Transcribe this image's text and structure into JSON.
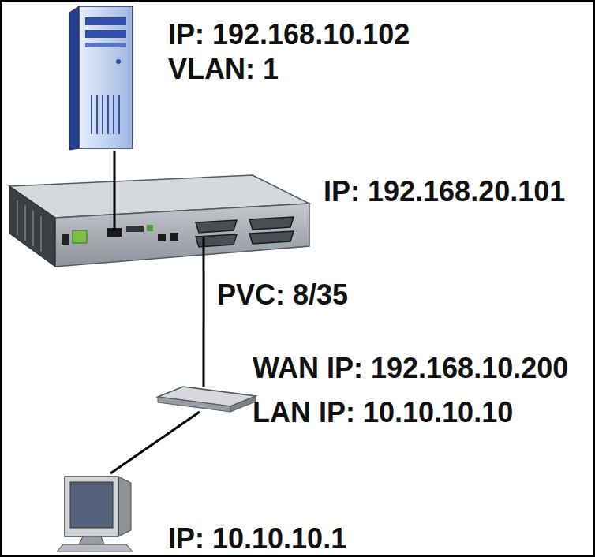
{
  "diagram": {
    "nodes": [
      {
        "text": [
          "IP: 192.168.10.102",
          "VLAN: 1"
        ]
      },
      {
        "text": [
          "IP: 192.168.20.101"
        ]
      },
      {
        "text": [
          "WAN IP: 192.168.10.200",
          "LAN IP: 10.10.10.10"
        ]
      },
      {
        "text": [
          "IP: 10.10.10.1"
        ]
      }
    ],
    "edges": [
      {
        "from": 0,
        "to": 1,
        "arrow": "none"
      },
      {
        "from": 1,
        "to": 2,
        "label": "PVC: 8/35",
        "arrow": "none"
      },
      {
        "from": 2,
        "to": 3,
        "arrow": "none"
      }
    ]
  }
}
